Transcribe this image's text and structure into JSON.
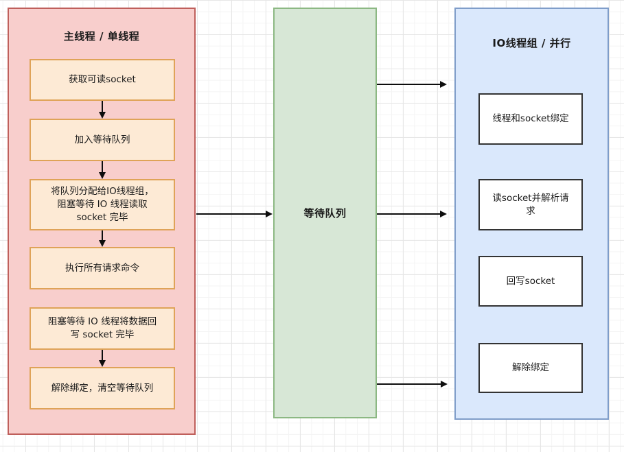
{
  "lanes": {
    "main": {
      "title": "主线程 / 单线程",
      "steps": [
        "获取可读socket",
        "加入等待队列",
        "将队列分配给IO线程组，\n阻塞等待 IO 线程读取\nsocket 完毕",
        "执行所有请求命令",
        "阻塞等待 IO 线程将数据回\n写 socket 完毕",
        "解除绑定，清空等待队列"
      ]
    },
    "queue": {
      "title": "等待队列"
    },
    "io": {
      "title": "IO线程组 / 并行",
      "steps": [
        "线程和socket绑定",
        "读socket并解析请\n求",
        "回写socket",
        "解除绑定"
      ]
    }
  },
  "colors": {
    "main_lane_fill": "#f8cecc",
    "main_lane_border": "#bf5f5b",
    "step_fill": "#fdead5",
    "step_border": "#dfa358",
    "queue_fill": "#d7e7d6",
    "queue_border": "#8cb883",
    "io_lane_fill": "#dae8fc",
    "io_lane_border": "#7f9dc9",
    "io_step_fill": "#ffffff",
    "io_step_border": "#333333",
    "arrow": "#0d0d0d"
  }
}
